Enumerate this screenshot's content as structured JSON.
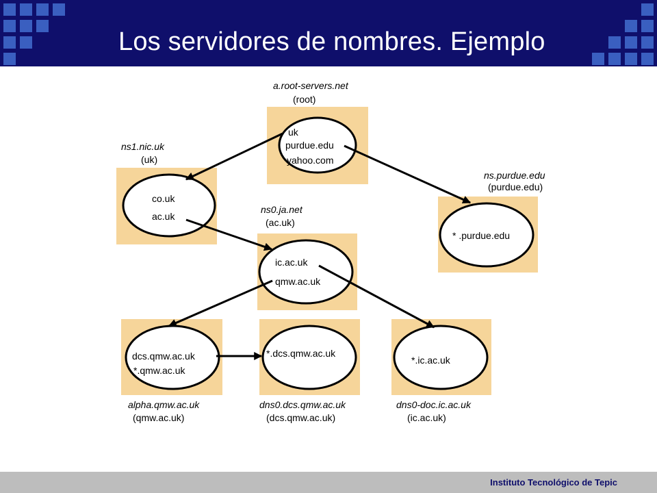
{
  "slide": {
    "title": "Los servidores  de nombres. Ejemplo",
    "footer": "Instituto Tecnológico de Tepic"
  },
  "diagram": {
    "root": {
      "name": "a.root-servers.net",
      "zone": "(root)",
      "entries": [
        "uk",
        "purdue.edu",
        "yahoo.com"
      ]
    },
    "uk": {
      "name": "ns1.nic.uk",
      "zone": "(uk)",
      "entries": [
        "co.uk",
        "ac.uk"
      ]
    },
    "purdue": {
      "name": "ns.purdue.edu",
      "zone": "(purdue.edu)",
      "entries": [
        "* .purdue.edu"
      ]
    },
    "ja": {
      "name": "ns0.ja.net",
      "zone": "(ac.uk)",
      "entries": [
        "ic.ac.uk",
        "qmw.ac.uk"
      ]
    },
    "alpha": {
      "name": "alpha.qmw.ac.uk",
      "zone": "(qmw.ac.uk)",
      "entries": [
        "dcs.qmw.ac.uk",
        "*.qmw.ac.uk"
      ]
    },
    "dns0dcs": {
      "name": "dns0.dcs.qmw.ac.uk",
      "zone": "(dcs.qmw.ac.uk)",
      "entries": [
        "*.dcs.qmw.ac.uk"
      ]
    },
    "dns0doc": {
      "name": "dns0-doc.ic.ac.uk",
      "zone": "(ic.ac.uk)",
      "entries": [
        "*.ic.ac.uk"
      ]
    }
  },
  "colors": {
    "header": "#0f0f6b",
    "box": "#f6d59a",
    "footer": "#bdbdbd"
  }
}
